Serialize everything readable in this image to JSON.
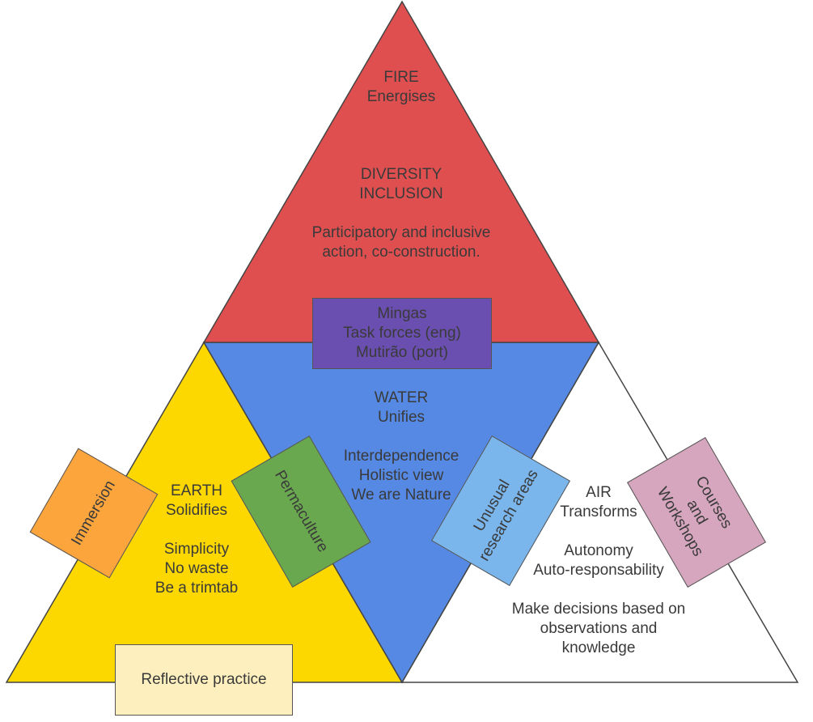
{
  "fire": {
    "title": "FIRE",
    "subtitle": "Energises",
    "values": [
      "DIVERSITY",
      "INCLUSION"
    ],
    "description": [
      "Participatory  and inclusive",
      "action, co-construction."
    ],
    "color": "#e04f4f"
  },
  "water": {
    "title": "WATER",
    "subtitle": "Unifies",
    "values": [
      "Interdependence",
      "Holistic view",
      "We are Nature"
    ],
    "color": "#5589e3"
  },
  "earth": {
    "title": "EARTH",
    "subtitle": "Solidifies",
    "values": [
      "Simplicity",
      "No waste",
      "Be a trimtab"
    ],
    "color": "#fcd800"
  },
  "air": {
    "title": "AIR",
    "subtitle": "Transforms",
    "values": [
      "Autonomy",
      "Auto-responsability"
    ],
    "description": [
      "Make decisions based on",
      "observations and",
      "knowledge"
    ],
    "color": "#ffffff"
  },
  "boxes": {
    "mingas": {
      "lines": [
        "Mingas",
        "Task forces (eng)",
        "Mutirão (port)"
      ],
      "color": "#6a4fb0"
    },
    "immersion": {
      "label": "Immersion",
      "color": "#fba53c"
    },
    "permaculture": {
      "label": "Permaculture",
      "color": "#6aa84f"
    },
    "research": {
      "label": "Unusual research areas",
      "color": "#7ab6ec"
    },
    "courses": {
      "label": "Courses and Workshops",
      "color": "#d5a6bd"
    },
    "reflective": {
      "label": "Reflective practice",
      "color": "#fdf0be"
    }
  }
}
